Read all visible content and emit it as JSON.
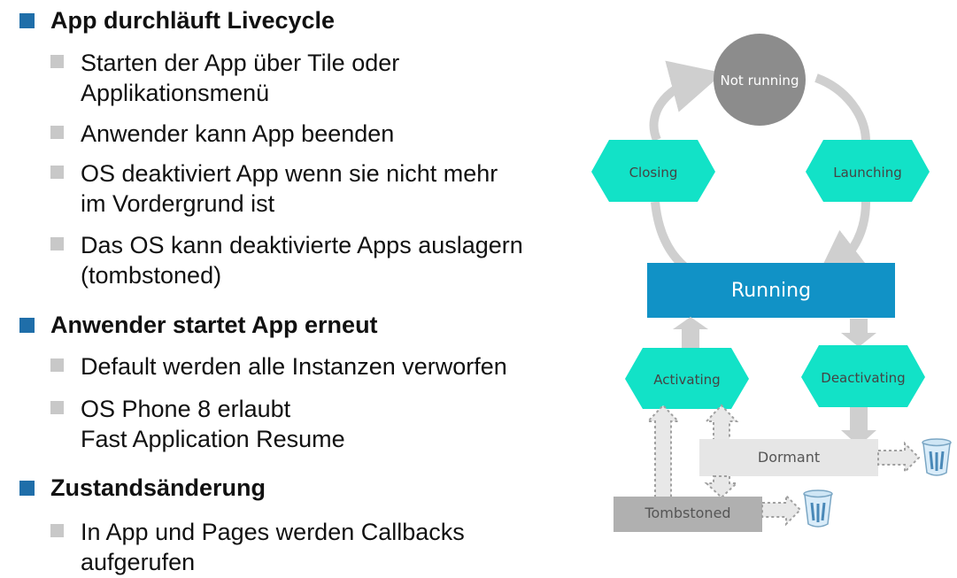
{
  "bullets": [
    {
      "level": 1,
      "text": "App durchläuft Livecycle"
    },
    {
      "level": 2,
      "text": "Starten der App über Tile oder\nApplikationsmenü"
    },
    {
      "level": 2,
      "text": "Anwender kann App beenden"
    },
    {
      "level": 2,
      "text": "OS deaktiviert App wenn sie nicht mehr\nim Vordergrund ist"
    },
    {
      "level": 2,
      "text": "Das OS kann deaktivierte Apps auslagern\n(tombstoned)"
    },
    {
      "level": 1,
      "text": "Anwender startet App erneut"
    },
    {
      "level": 2,
      "text": "Default werden alle Instanzen verworfen"
    },
    {
      "level": 2,
      "text": "OS Phone 8 erlaubt\nFast Application Resume"
    },
    {
      "level": 1,
      "text": "Zustandsänderung"
    },
    {
      "level": 2,
      "text": "In App und Pages werden Callbacks\naufgerufen"
    }
  ],
  "diagram": {
    "not_running": "Not running",
    "closing": "Closing",
    "launching": "Launching",
    "running": "Running",
    "activating": "Activating",
    "deactivating": "Deactivating",
    "dormant": "Dormant",
    "tombstoned": "Tombstoned",
    "colors": {
      "state_teal": "#12e2c7",
      "running_blue": "#1192c6",
      "circle_gray": "#8c8c8c",
      "arrow_gray": "#cfcfcf",
      "dormant_gray": "#e6e6e6",
      "tombstoned_gray": "#b0b0b0",
      "bullet_l1": "#1f6ea9",
      "bullet_l2": "#c8c8c8"
    }
  }
}
